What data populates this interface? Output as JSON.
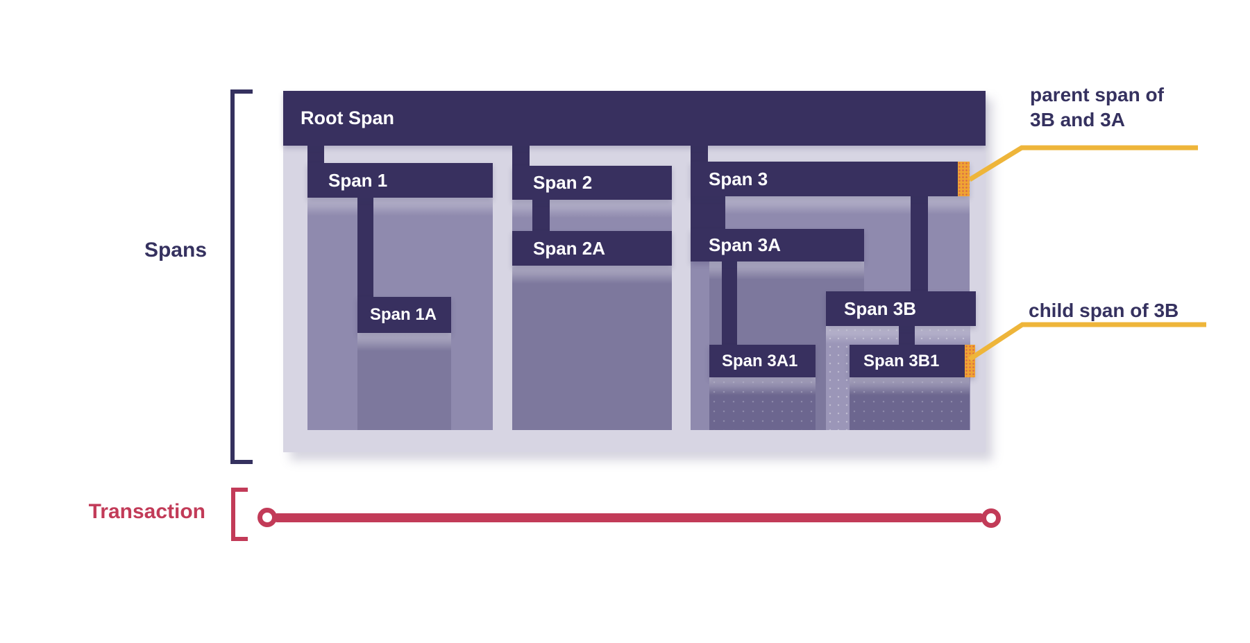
{
  "left_labels": {
    "spans": "Spans",
    "transaction": "Transaction"
  },
  "spans": [
    {
      "label": "Root Span"
    },
    {
      "label": "Span 1"
    },
    {
      "label": "Span 1A"
    },
    {
      "label": "Span 2"
    },
    {
      "label": "Span 2A"
    },
    {
      "label": "Span 3"
    },
    {
      "label": "Span 3A"
    },
    {
      "label": "Span 3A1"
    },
    {
      "label": "Span 3B"
    },
    {
      "label": "Span 3B1"
    }
  ],
  "annotations": {
    "parent_line1": "parent span of",
    "parent_line2": "3B and 3A",
    "child": "child span of 3B"
  },
  "colors": {
    "navy": "#38305f",
    "navy_text": "#35315f",
    "lavender": "#d7d5e3",
    "body1": "#8f8aae",
    "body2": "#7d789d",
    "body3": "#6c668f",
    "body3b": "#9b96b8",
    "orange": "#f0a433",
    "yellow": "#eeb53a",
    "red": "#c23b58"
  }
}
